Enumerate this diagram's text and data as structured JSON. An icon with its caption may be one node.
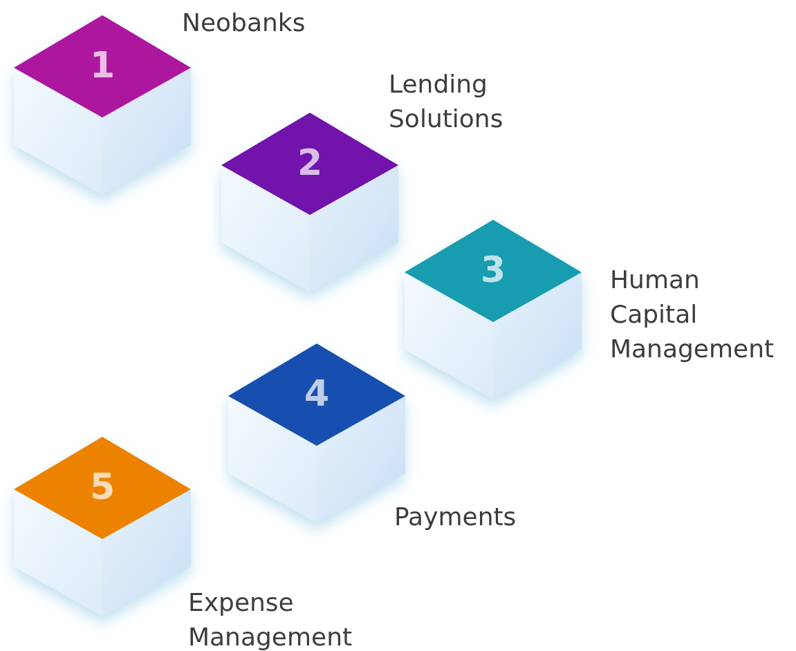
{
  "diagram": {
    "nodes": [
      {
        "text": [
          "1"
        ],
        "beside": [
          "Neobanks"
        ]
      },
      {
        "text": [
          "2"
        ],
        "beside": [
          "Lending Solutions"
        ]
      },
      {
        "text": [
          "3"
        ],
        "beside": [
          "Human Capital Management"
        ]
      },
      {
        "text": [
          "4"
        ],
        "beside": [
          "Payments"
        ]
      },
      {
        "text": [
          "5"
        ],
        "beside": [
          "Expense Management"
        ]
      }
    ]
  }
}
